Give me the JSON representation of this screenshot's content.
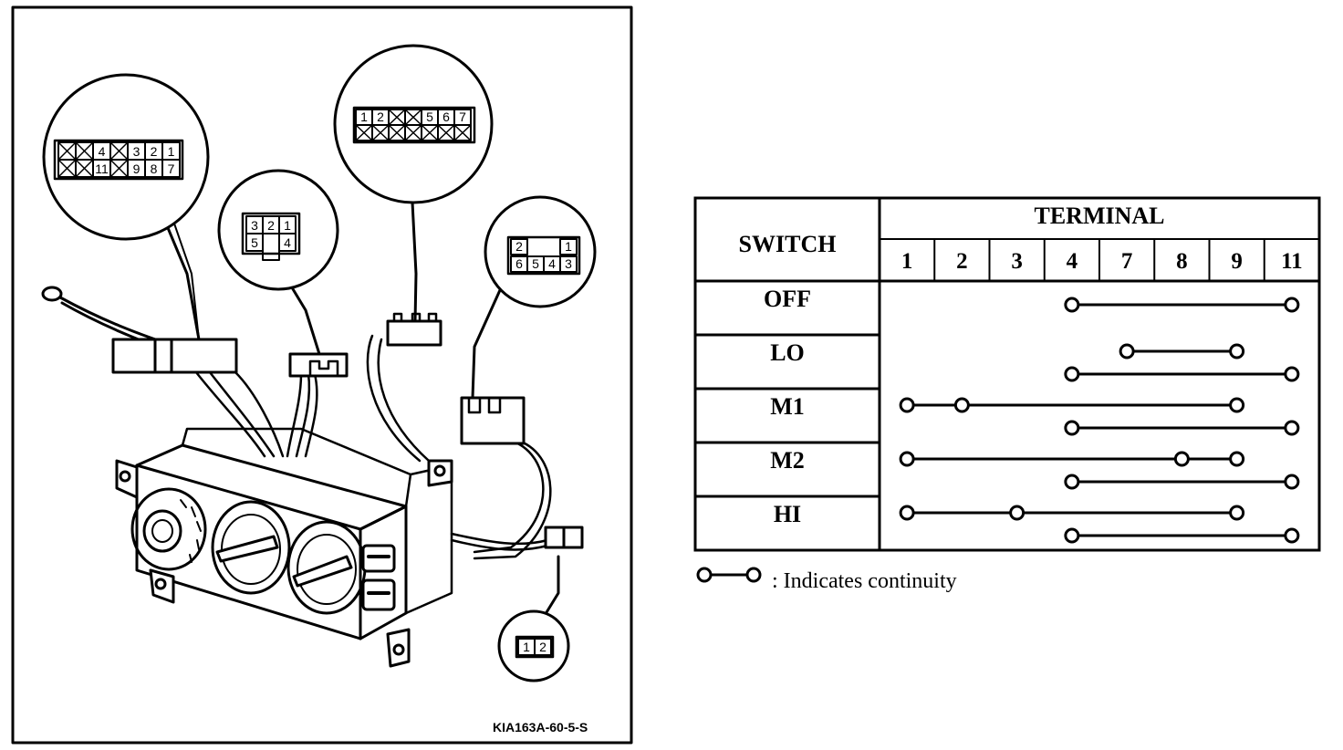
{
  "illustration": {
    "figure_code": "KIA163A-60-5-S",
    "connector_a": {
      "top_row": [
        "",
        "",
        "4",
        "",
        "3",
        "2",
        "1"
      ],
      "bottom_row": [
        "",
        "",
        "11",
        "",
        "9",
        "8",
        "7"
      ]
    },
    "connector_b": {
      "top_row": [
        "3",
        "2",
        "1"
      ],
      "bottom_row": [
        "5",
        "4"
      ]
    },
    "connector_c": {
      "top_row": [
        "1",
        "2",
        "",
        "",
        "5",
        "6",
        "7"
      ]
    },
    "connector_d": {
      "top_row": [
        "2",
        "1"
      ],
      "bottom_row": [
        "6",
        "5",
        "4",
        "3"
      ]
    },
    "connector_e": {
      "pins": [
        "1",
        "2"
      ]
    }
  },
  "table": {
    "switch_header": "SWITCH",
    "terminal_header": "TERMINAL",
    "terminals": [
      "1",
      "2",
      "3",
      "4",
      "7",
      "8",
      "9",
      "11"
    ],
    "rows": [
      {
        "label": "OFF",
        "continuity": [
          [
            "4",
            "11"
          ]
        ]
      },
      {
        "label": "LO",
        "continuity": [
          [
            "7",
            "9"
          ],
          [
            "4",
            "11"
          ]
        ]
      },
      {
        "label": "M1",
        "continuity": [
          [
            "1",
            "2",
            "9"
          ],
          [
            "4",
            "11"
          ]
        ]
      },
      {
        "label": "M2",
        "continuity": [
          [
            "1",
            "8",
            "9"
          ],
          [
            "4",
            "11"
          ]
        ]
      },
      {
        "label": "HI",
        "continuity": [
          [
            "1",
            "3",
            "9"
          ],
          [
            "4",
            "11"
          ]
        ]
      }
    ]
  },
  "legend": {
    "text": ": Indicates continuity"
  }
}
